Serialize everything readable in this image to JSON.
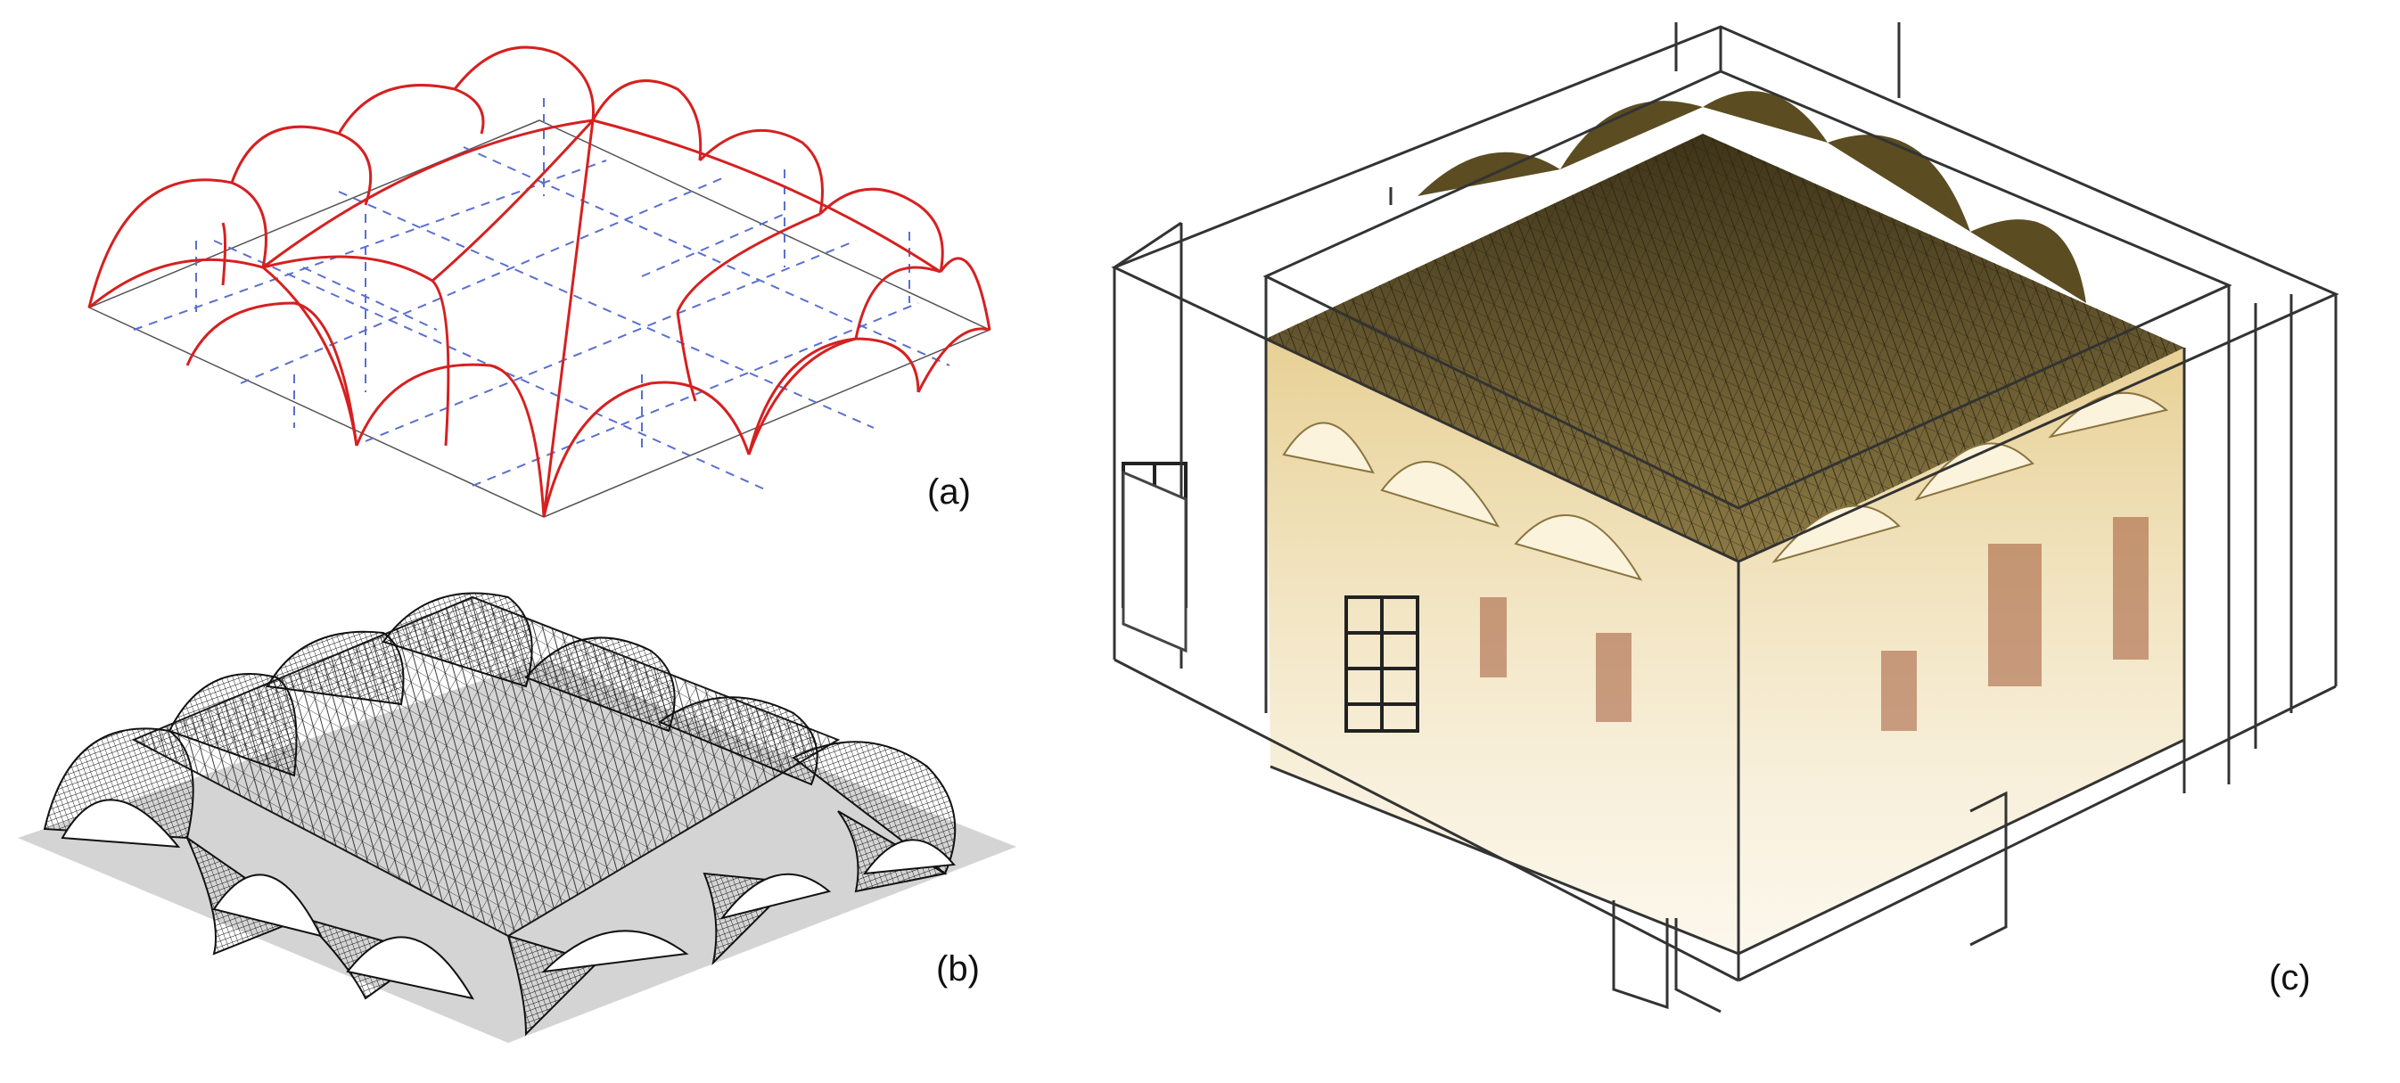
{
  "figure": {
    "panels": [
      {
        "id": "a",
        "label": "(a)",
        "description_icon": "red-wireframe-vault-icon"
      },
      {
        "id": "b",
        "label": "(b)",
        "description_icon": "mesh-vault-icon"
      },
      {
        "id": "c",
        "label": "(c)",
        "description_icon": "room-pointcloud-model-icon"
      }
    ],
    "colors": {
      "curve_red": "#d62020",
      "dash_blue": "#5a6fd0",
      "mesh_black": "#1a1a1a",
      "shadow_gray": "#d4d4d4",
      "vault_brown": "#6b5a2c",
      "wall_cream": "#efd9a2",
      "box_line": "#333333"
    }
  }
}
